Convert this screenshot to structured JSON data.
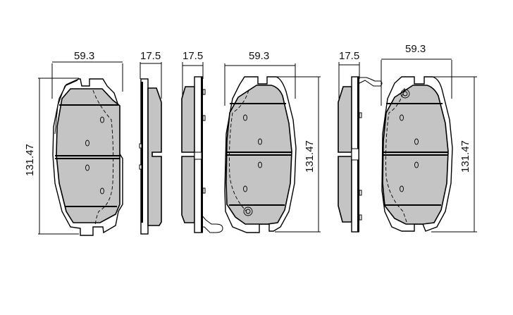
{
  "drawing": {
    "subject": "brake pad set technical drawing",
    "views": [
      {
        "id": "pad-1-front",
        "width_label": "59.3",
        "height_label": "131.47"
      },
      {
        "id": "pad-1-side",
        "thickness_label": "17.5"
      },
      {
        "id": "pad-2-side",
        "thickness_label": "17.5"
      },
      {
        "id": "pad-2-front",
        "width_label": "59.3",
        "height_label": "131.47"
      },
      {
        "id": "pad-3-side",
        "thickness_label": "17.5"
      },
      {
        "id": "pad-3-front",
        "width_label": "59.3",
        "height_label": "131.47"
      }
    ]
  },
  "colors": {
    "friction_material": "#c4c4c4",
    "line": "#000000",
    "background": "#ffffff"
  }
}
